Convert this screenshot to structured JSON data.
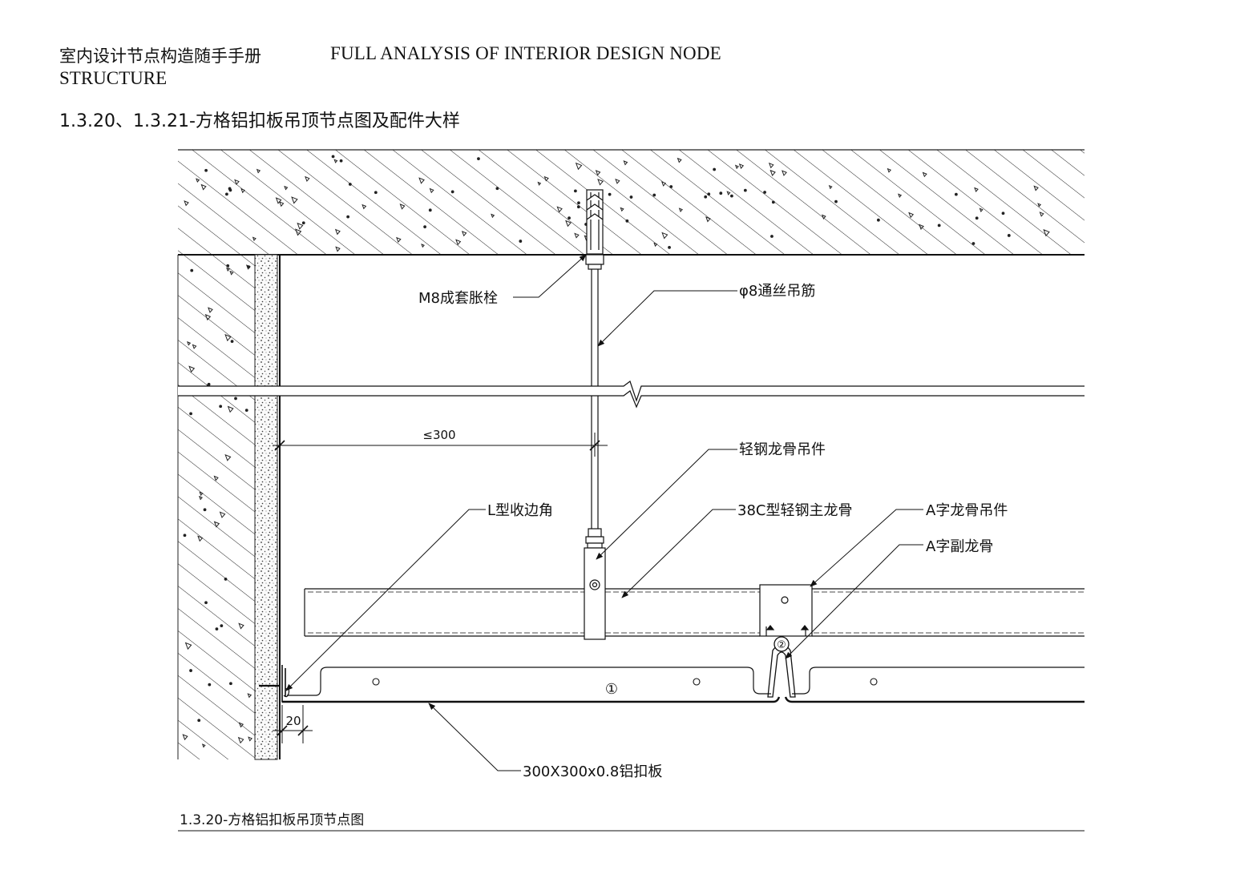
{
  "header": {
    "title_cn": "室内设计节点构造随手手册",
    "title_en_line1": "FULL ANALYSIS OF INTERIOR DESIGN NODE",
    "title_en_line2": "STRUCTURE"
  },
  "section_title": "1.3.20、1.3.21-方格铝扣板吊顶节点图及配件大样",
  "drawing": {
    "labels": {
      "anchor_bolt": "M8成套胀栓",
      "hanger_rod": "φ8通丝吊筋",
      "main_hanger": "轻钢龙骨吊件",
      "edge_trim": "L型收边角",
      "main_runner": "38C型轻钢主龙骨",
      "a_hanger": "A字龙骨吊件",
      "a_runner": "A字副龙骨",
      "panel": "300X300x0.8铝扣板"
    },
    "dimensions": {
      "max_offset": "≤300",
      "gap": "20"
    },
    "marks": {
      "panel_mark": "①",
      "runner_mark": "②"
    },
    "caption": "1.3.20-方格铝扣板吊顶节点图"
  }
}
